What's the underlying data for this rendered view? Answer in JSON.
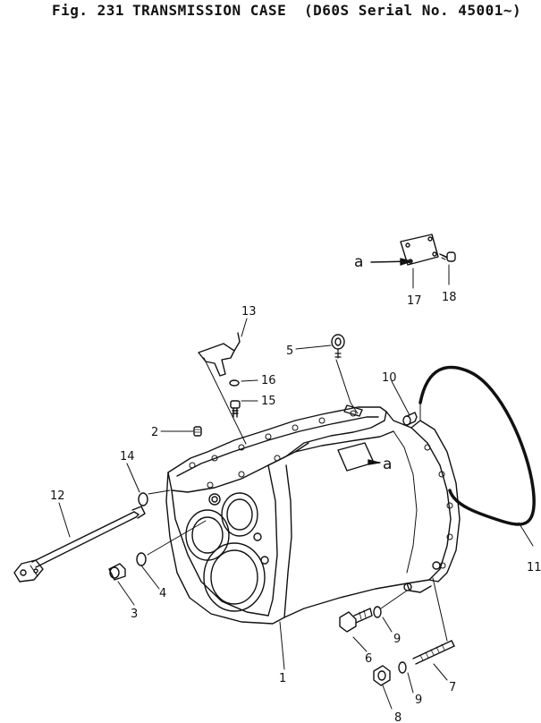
{
  "header": {
    "fig_number": "Fig. 231",
    "title": "TRANSMISSION CASE",
    "serial_note": "(D60S Serial No. 45001~)"
  },
  "callouts": [
    "1",
    "2",
    "3",
    "4",
    "5",
    "6",
    "7",
    "8",
    "9",
    "9",
    "10",
    "11",
    "12",
    "13",
    "14",
    "15",
    "16",
    "17",
    "18"
  ],
  "ref_marker": "a",
  "colors": {
    "ink": "#111111",
    "paper": "#ffffff"
  }
}
